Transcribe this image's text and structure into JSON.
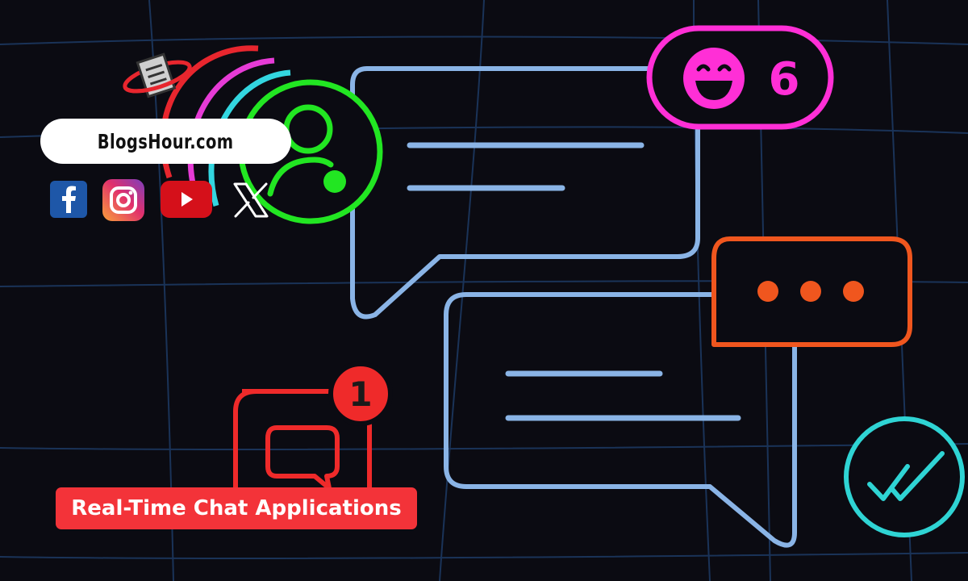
{
  "brand": {
    "site_name": "BlogsHour.com"
  },
  "social": [
    {
      "icon": "facebook-icon"
    },
    {
      "icon": "instagram-icon"
    },
    {
      "icon": "youtube-icon"
    },
    {
      "icon": "x-icon"
    }
  ],
  "illustration": {
    "reaction_count": "6",
    "notification_count": "1"
  },
  "title": "Real-Time Chat Applications",
  "colors": {
    "background": "#0b0b12",
    "grid": "#1a3358",
    "bubble_blue": "#8ab4e6",
    "neon_green": "#22e622",
    "neon_magenta": "#ff2fd6",
    "neon_orange": "#f0561e",
    "neon_red": "#ef2a2a",
    "neon_cyan": "#2fd4d4",
    "title_badge": "#f33339"
  }
}
